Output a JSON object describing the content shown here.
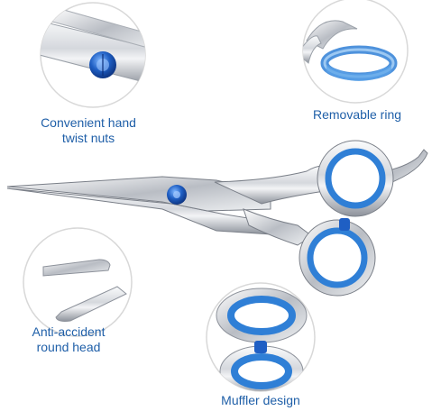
{
  "labels": {
    "twist_nuts": "Convenient hand\ntwist nuts",
    "removable_ring": "Removable ring",
    "anti_accident": "Anti-accident\nround head",
    "muffler": "Muffler design"
  },
  "colors": {
    "label_text": "#1f5fa8",
    "ring_blue": "#2f7fd6",
    "ring_light": "#9cc8f2",
    "steel_light": "#f4f5f7",
    "steel_mid": "#c9ccd2",
    "steel_dark": "#7a7f88",
    "circle_outline": "#d8d8d8"
  },
  "icons": {
    "scissors": "scissors-icon",
    "twist_nut": "twist-nut-icon",
    "ring": "removable-ring-icon",
    "round_head": "round-head-icon",
    "muffler": "muffler-icon"
  }
}
